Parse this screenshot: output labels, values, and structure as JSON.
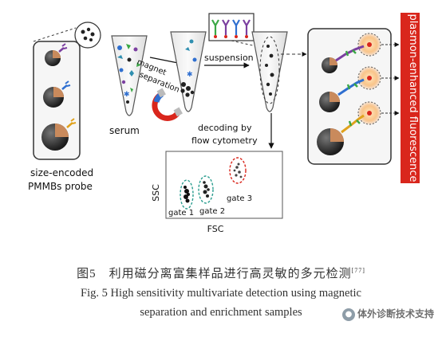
{
  "figure": {
    "labels": {
      "probe_line1": "size-encoded",
      "probe_line2": "PMMBs probe",
      "serum": "serum",
      "magnet": "magnet",
      "separation": "separation",
      "suspension": "suspension",
      "decoding_line1": "decoding by",
      "decoding_line2": "flow cytometry",
      "ssc": "SSC",
      "fsc": "FSC",
      "gate1": "gate 1",
      "gate2": "gate 2",
      "gate3": "gate 3",
      "plasmon": "plasmon-enhanced fluorescence"
    },
    "colors": {
      "plasmon_bar": "#d9261c",
      "gate1": "#2a9d8f",
      "gate2": "#2a9d8f",
      "gate3": "#d9261c",
      "antibody_purple": "#7b3fa0",
      "antibody_blue": "#2f6fd0",
      "antibody_green": "#3aa845",
      "antibody_yellow": "#e0a21c",
      "glow": "#f4a259"
    },
    "icons": [
      "bead-icon",
      "antibody-icon",
      "magnet-icon",
      "arrow-icon",
      "tube-icon"
    ]
  },
  "caption": {
    "zh": "图5　利用磁分离富集样品进行高灵敏的多元检测",
    "zh_ref": "[77]",
    "en_line1": "Fig. 5   High sensitivity multivariate detection using magnetic",
    "en_line2": "separation and enrichment samples"
  },
  "watermark": {
    "text": "体外诊断技术支持"
  }
}
